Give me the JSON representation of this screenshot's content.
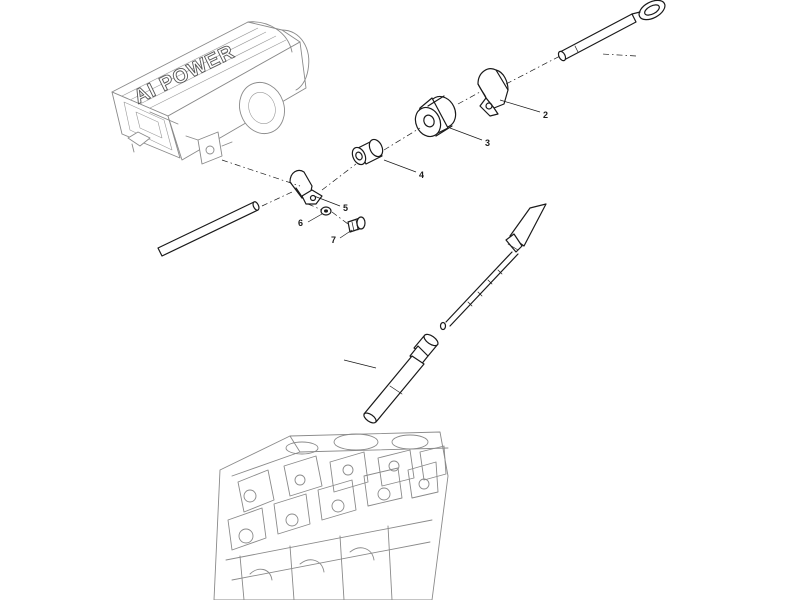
{
  "brand_text": "AI POWER",
  "callouts": [
    {
      "id": "2",
      "label": "2"
    },
    {
      "id": "3",
      "label": "3"
    },
    {
      "id": "4",
      "label": "4"
    },
    {
      "id": "5",
      "label": "5"
    },
    {
      "id": "6",
      "label": "6"
    },
    {
      "id": "7",
      "label": "7"
    }
  ]
}
